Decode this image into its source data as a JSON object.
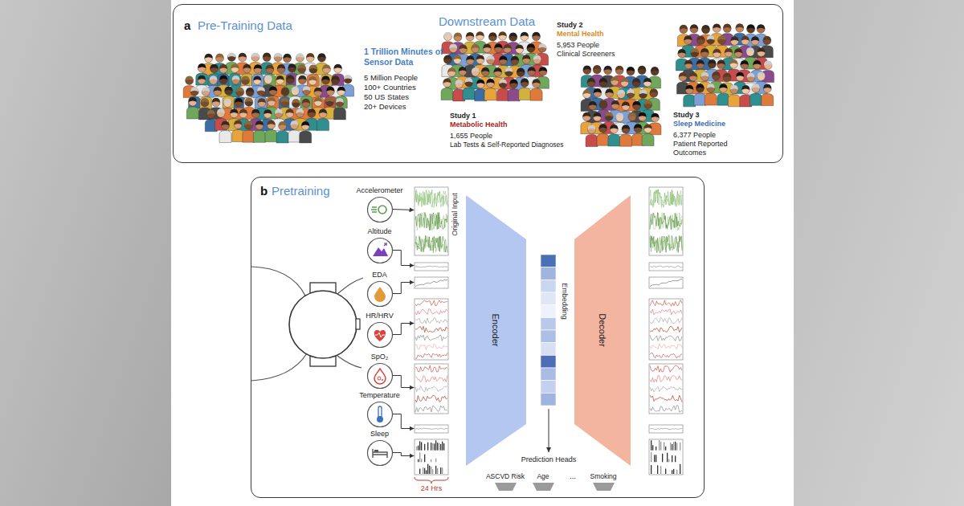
{
  "diagram": {
    "nodes": [
      {
        "text": [
          "a",
          "Pre-Training Data",
          "Downstream Data"
        ]
      },
      {
        "text": [
          "b",
          "Pretraining"
        ]
      },
      {
        "text": [
          "Accelerometer"
        ],
        "in": 1
      },
      {
        "text": [
          "Altitude"
        ],
        "in": 1
      },
      {
        "text": [
          "EDA"
        ],
        "in": 1
      },
      {
        "text": [
          "HR/HRV"
        ],
        "in": 1
      },
      {
        "text": [
          "SpO₂"
        ],
        "in": 1
      },
      {
        "text": [
          "Temperature"
        ],
        "in": 1
      },
      {
        "text": [
          "Sleep"
        ],
        "in": 1
      },
      {
        "text": [
          "Original Input"
        ],
        "in": 1
      },
      {
        "text": [
          "Encoder"
        ],
        "in": 1
      },
      {
        "text": [
          "Embedding"
        ],
        "in": 1
      },
      {
        "text": [
          "Decoder"
        ],
        "in": 1
      },
      {
        "text": [
          "ASCVD Risk"
        ],
        "in": 1
      },
      {
        "text": [
          "Age"
        ],
        "in": 1
      },
      {
        "text": [
          "Smoking"
        ],
        "in": 1
      }
    ],
    "edges": [
      {
        "from": 2,
        "to": 9,
        "arrow": "to"
      },
      {
        "from": 3,
        "to": 9,
        "arrow": "to"
      },
      {
        "from": 4,
        "to": 9,
        "arrow": "to"
      },
      {
        "from": 5,
        "to": 9,
        "arrow": "to"
      },
      {
        "from": 6,
        "to": 9,
        "arrow": "to"
      },
      {
        "from": 7,
        "to": 9,
        "arrow": "to"
      },
      {
        "from": 8,
        "to": 9,
        "arrow": "to"
      }
    ],
    "labels": [
      "1 Trillion Minutes of Sensor Data",
      "5 Million People",
      "100+ Countries",
      "50 US States",
      "20+ Devices",
      "Study 1",
      "Metabolic Health",
      "1,655 People",
      "Lab Tests & Self-Reported Diagnoses",
      "Study 2",
      "Mental Health",
      "5,953 People",
      "Clinical Screeners",
      "Study 3",
      "Sleep Medicine",
      "6,377 People",
      "Patient Reported Outcomes",
      "Prediction Heads",
      "...",
      "24 Hrs"
    ]
  }
}
